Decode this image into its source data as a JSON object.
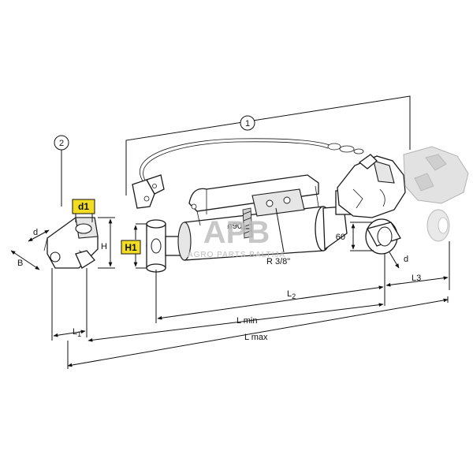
{
  "callouts": {
    "assembly": "1",
    "fork_end": "2"
  },
  "highlight_labels": {
    "pin_diameter": "d1",
    "ball_height": "H1"
  },
  "dimensions": {
    "d_fork": "d",
    "B": "B",
    "H": "H",
    "L1": "L",
    "L1_sub": "1",
    "L2": "L",
    "L2_sub": "2",
    "Lmin": "L min",
    "Lmax": "L max",
    "L3": "L3",
    "d_ball": "d",
    "h60": "60",
    "bore": "ø90",
    "port": "R 3/8\""
  },
  "watermark": {
    "logo": "APB",
    "tagline": "AGRO PARTS BALTIJA"
  },
  "colors": {
    "highlight": "#f2dd22",
    "watermark": "#bdbdbd",
    "line": "#111111"
  }
}
